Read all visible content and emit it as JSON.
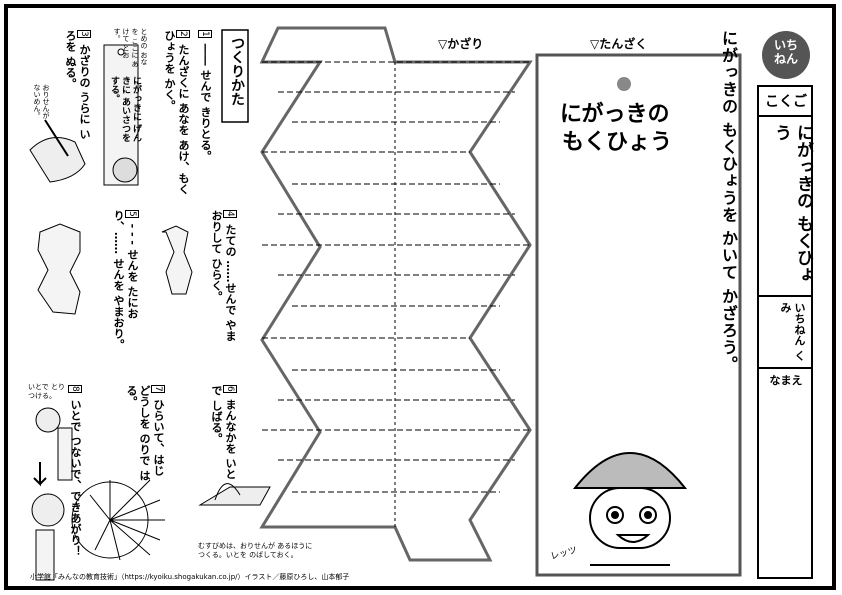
{
  "grade_badge": "いち ねん",
  "subject": "こくご",
  "worksheet_title": "にがっきの もくひょう",
  "class_label": "いちねん くみ",
  "name_label": "なまえ",
  "main_instruction": "にがっきの もくひょうを かいて かざろう。",
  "strip_label": "▽たんざく",
  "decoration_label": "▽かざり",
  "strip_title_line1": "にがっきの",
  "strip_title_line2": "もくひょう",
  "speech_bubble": "レッツ",
  "instructions_title": "つくりかた",
  "steps": [
    {
      "num": "1",
      "text": "―― せんで きりとる。"
    },
    {
      "num": "2",
      "text": "たんざくに あなを あけ、もくひょうを かく。"
    },
    {
      "num": "3",
      "text": "かざりの うらに いろを ぬる。"
    },
    {
      "num": "4",
      "text": "たての ……せんで やまおりして ひらく。"
    },
    {
      "num": "5",
      "text": "- - - せんを たにおり、…… せんを やまおり。"
    },
    {
      "num": "6",
      "text": "まんなかを いとで しばる。"
    },
    {
      "num": "7",
      "text": "ひらいて、はじどうしを のりで はる。"
    },
    {
      "num": "8",
      "text": "いとで つないで、できあがり！"
    }
  ],
  "note_step2": "とめの おなを ここに あけて とおす。",
  "note_step3": "おりせんが ないめん。",
  "note_step8": "いとで とりつける。",
  "note_step6": "むすびめは、おりせんが あるほうに つくる。いとを のばしておく。",
  "mini_strip_text": "にがっきに げんきに あいさつを する。",
  "footer": "小学館「みんなの教育技術」（https://kyoiku.shogakukan.co.jp/）イラスト／藤原ひろし、山本郁子"
}
